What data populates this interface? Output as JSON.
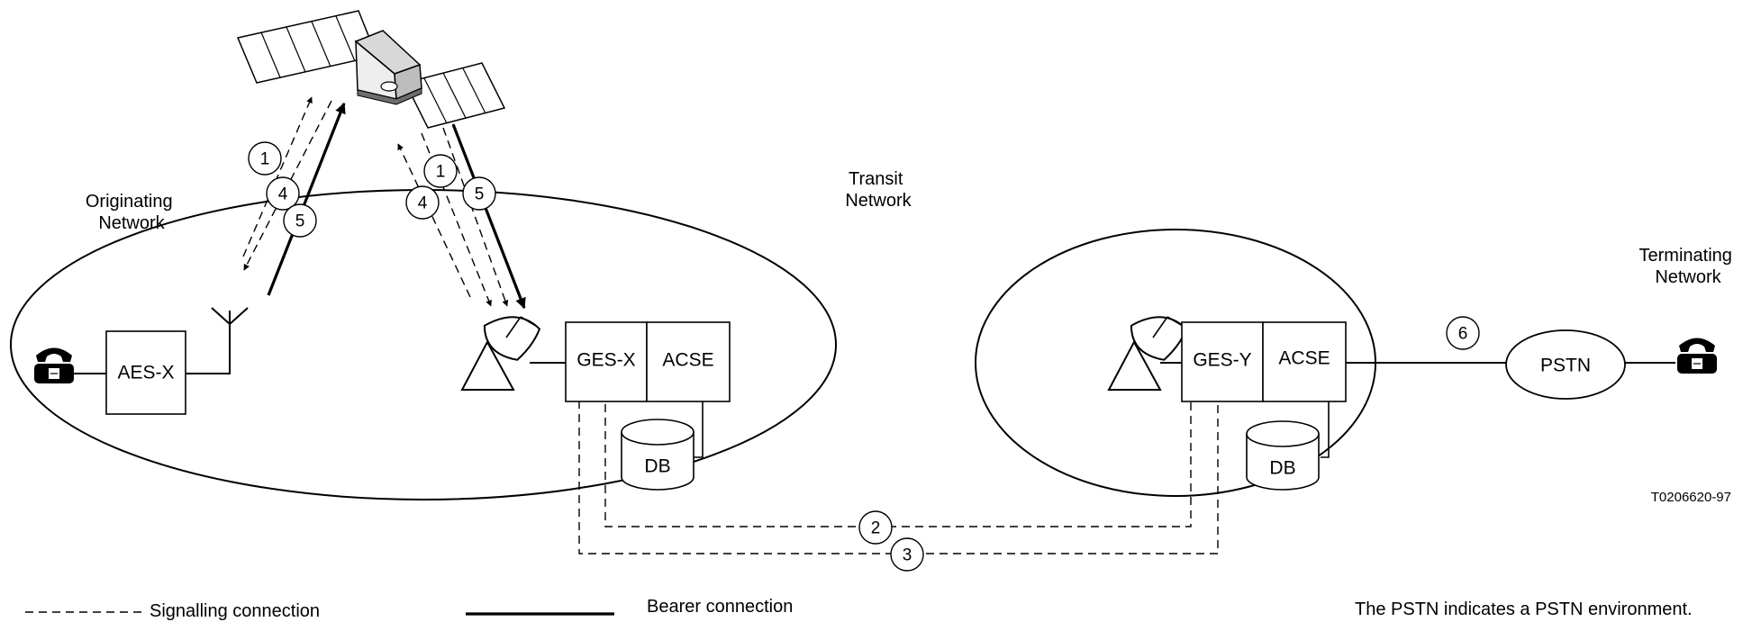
{
  "labels": {
    "originating_network": [
      "Originating",
      "Network"
    ],
    "transit_network": [
      "Transit",
      "Network"
    ],
    "terminating_network": [
      "Terminating",
      "Network"
    ]
  },
  "boxes": {
    "aes_x": "AES-X",
    "ges_x": "GES-X",
    "acse_x": "ACSE",
    "ges_y": "GES-Y",
    "acse_y": "ACSE",
    "pstn": "PSTN",
    "db_x": "DB",
    "db_y": "DB"
  },
  "step_markers": {
    "uplink_a": [
      "1",
      "4",
      "5"
    ],
    "uplink_b": [
      "1",
      "4",
      "5"
    ],
    "ground_2": "2",
    "ground_3": "3",
    "pstn_link": "6"
  },
  "reference_id": "T0206620-97",
  "legend": {
    "signalling": "Signalling connection",
    "bearer": "Bearer connection",
    "note": "The PSTN indicates a PSTN environment."
  }
}
